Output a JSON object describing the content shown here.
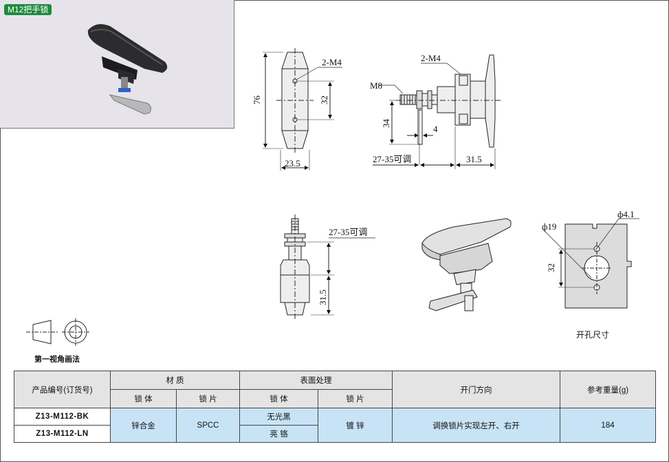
{
  "product": {
    "model_tag": "M12把手锁"
  },
  "drawing": {
    "front_dims": {
      "height": "76",
      "hole_pitch": "32",
      "width": "23.5",
      "thread_holes": "2-M4"
    },
    "side_dims": {
      "thread_holes": "2-M4",
      "stud": "M8",
      "offset": "34",
      "plate": "4",
      "adjust": "27-35可调",
      "depth": "31.5"
    },
    "rear_dims": {
      "adjust": "27-35可调",
      "depth": "31.5"
    },
    "cutout_dims": {
      "big_hole": "ф19",
      "small_hole": "ф4.1",
      "pitch": "32"
    }
  },
  "captions": {
    "cutout": "开孔尺寸",
    "projection": "第一视角画法"
  },
  "table": {
    "headers": {
      "product_no": "产品编号(订货号)",
      "material": "材 质",
      "surface": "表面处理",
      "direction": "开门方向",
      "weight": "参考重量(g)",
      "lock_body": "锁 体",
      "lock_piece": "锁 片"
    },
    "rows": [
      {
        "code": "Z13-M112-BK",
        "surface_body": "无光黑"
      },
      {
        "code": "Z13-M112-LN",
        "surface_body": "亮 铬"
      }
    ],
    "shared": {
      "material_body": "锌合金",
      "material_piece": "SPCC",
      "surface_piece": "镀 锌",
      "direction": "调换锁片实现左开、右开",
      "weight": "184"
    }
  }
}
